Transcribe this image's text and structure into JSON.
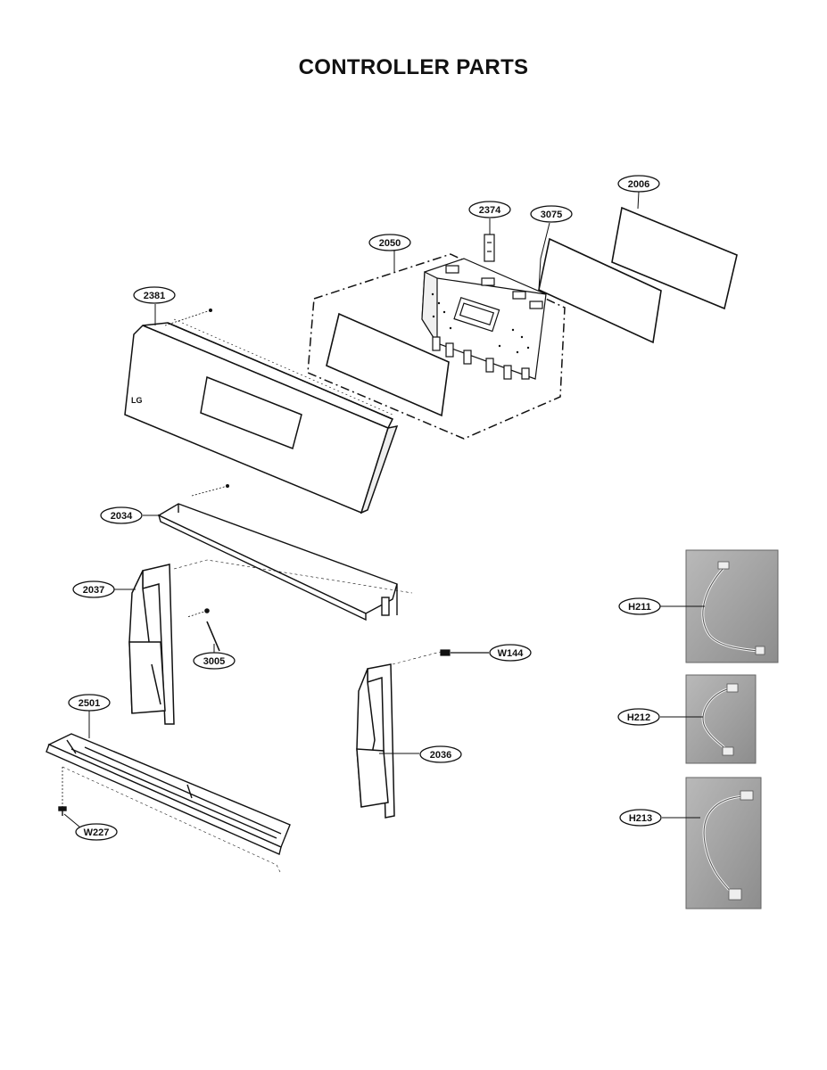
{
  "title": "CONTROLLER PARTS",
  "callouts": {
    "p2006": "2006",
    "p2374": "2374",
    "p3075": "3075",
    "p2050": "2050",
    "p2381": "2381",
    "p2034": "2034",
    "p2037": "2037",
    "p3005": "3005",
    "pW144": "W144",
    "p2501": "2501",
    "p2036": "2036",
    "pW227": "W227",
    "pH211": "H211",
    "pH212": "H212",
    "pH213": "H213"
  },
  "panel_logo": "LG"
}
